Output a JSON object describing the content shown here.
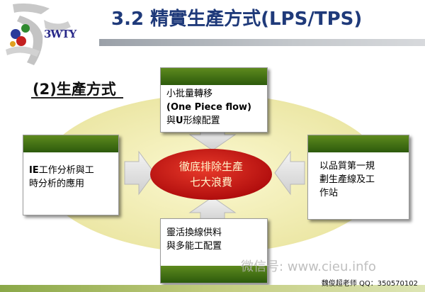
{
  "logo": {
    "text": "3WTY"
  },
  "title": "3.2 精實生產方式(LPS/TPS)",
  "section": "(2)生產方式",
  "center": {
    "line1": "徹底排除生產",
    "line2": "七大浪費"
  },
  "boxes": {
    "top": {
      "line1": "小批量轉移",
      "line2": "(One Piece flow)",
      "line3_a": "與",
      "line3_b": "U",
      "line3_c": "形線配置"
    },
    "left": {
      "line1_a": "IE",
      "line1_b": "工作分析與工",
      "line2": "時分析的應用"
    },
    "right": {
      "line1": "以品質第一規",
      "line2": "劃生產線及工",
      "line3": "作站"
    },
    "bottom": {
      "line1": "靈活換線供料",
      "line2": "與多能工配置"
    }
  },
  "watermark": "微信号: www.cieu.info",
  "footer": "魏俊超老师  QQ：350570102",
  "colors": {
    "title": "#1f3a7a",
    "header_green": "#3d6a12",
    "ellipse_fill": "#efebb0",
    "core_red": "#cc1111"
  }
}
